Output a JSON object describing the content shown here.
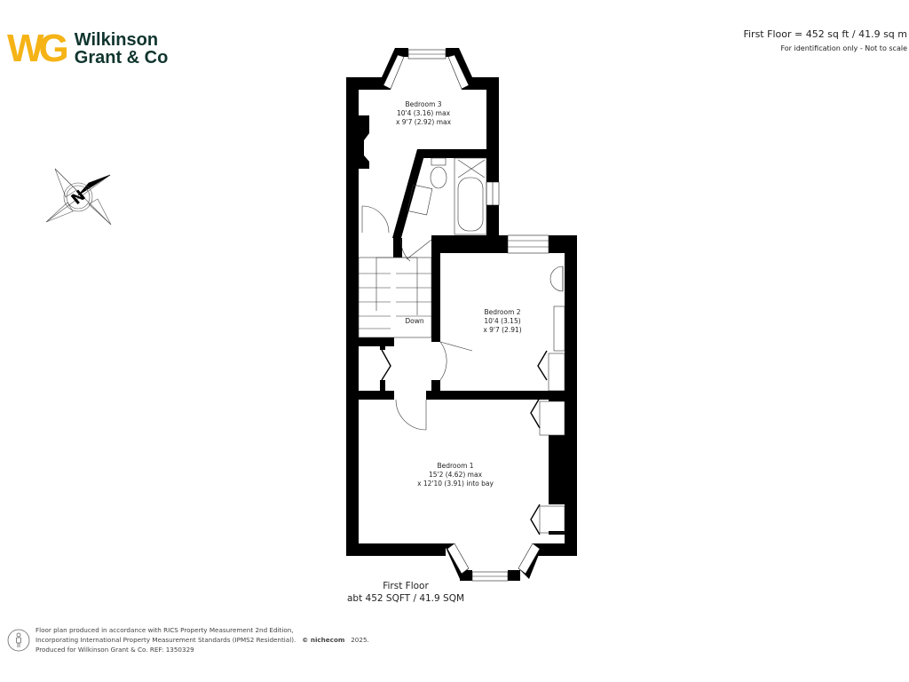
{
  "brand": {
    "mark": "WG",
    "name_line1": "Wilkinson",
    "name_line2": "Grant & Co",
    "mark_color": "#f5b316",
    "text_color": "#10352e"
  },
  "area_summary": {
    "title": "First Floor = 452 sq ft / 41.9 sq m",
    "note": "For identification only - Not to scale"
  },
  "compass": {
    "label": "N",
    "icon": "compass-rose-icon"
  },
  "rooms": [
    {
      "name": "Bedroom 3",
      "dim1": "10'4 (3.16) max",
      "dim2": "x 9'7 (2.92) max"
    },
    {
      "name": "Bedroom 2",
      "dim1": "10'4 (3.15)",
      "dim2": "x 9'7 (2.91)"
    },
    {
      "name": "Bedroom 1",
      "dim1": "15'2 (4.62) max",
      "dim2": "x 12'10 (3.91) into bay"
    }
  ],
  "stairs_label": "Down",
  "floor_caption": {
    "line1": "First Floor",
    "line2": "abt 452 SQFT / 41.9 SQM"
  },
  "footer": {
    "line1": "Floor plan produced in accordance with RICS Property Measurement 2nd Edition,",
    "line2": "Incorporating International Property Measurement Standards (IPMS2 Residential).",
    "copyright": "© nichecom",
    "year": "2025.",
    "line3": "Produced for Wilkinson Grant & Co.   REF: 1350329",
    "icon": "person-figure-icon"
  }
}
